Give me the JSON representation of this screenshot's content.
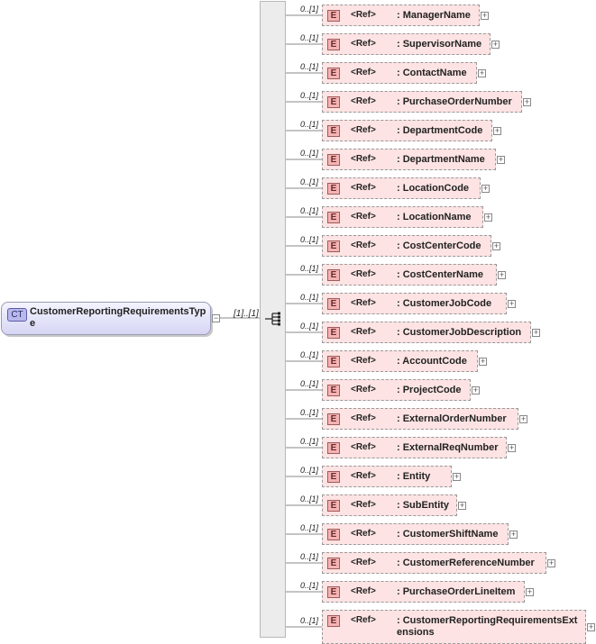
{
  "complex_type": {
    "badge": "CT",
    "name": "CustomerReportingRequirementsType",
    "cardinality": "[1]..[1]",
    "expand_symbol": "−"
  },
  "element_badge": "E",
  "ref_label": "<Ref>",
  "elements": [
    {
      "cardinality": "0..[1]",
      "name": ": ManagerName",
      "expand_symbol": "+"
    },
    {
      "cardinality": "0..[1]",
      "name": ": SupervisorName",
      "expand_symbol": "+"
    },
    {
      "cardinality": "0..[1]",
      "name": ": ContactName",
      "expand_symbol": "+"
    },
    {
      "cardinality": "0..[1]",
      "name": ": PurchaseOrderNumber",
      "expand_symbol": "+"
    },
    {
      "cardinality": "0..[1]",
      "name": ": DepartmentCode",
      "expand_symbol": "+"
    },
    {
      "cardinality": "0..[1]",
      "name": ": DepartmentName",
      "expand_symbol": "+"
    },
    {
      "cardinality": "0..[1]",
      "name": ": LocationCode",
      "expand_symbol": "+"
    },
    {
      "cardinality": "0..[1]",
      "name": ": LocationName",
      "expand_symbol": "+"
    },
    {
      "cardinality": "0..[1]",
      "name": ": CostCenterCode",
      "expand_symbol": "+"
    },
    {
      "cardinality": "0..[1]",
      "name": ": CostCenterName",
      "expand_symbol": "+"
    },
    {
      "cardinality": "0..[1]",
      "name": ": CustomerJobCode",
      "expand_symbol": "+"
    },
    {
      "cardinality": "0..[1]",
      "name": ": CustomerJobDescription",
      "expand_symbol": "+"
    },
    {
      "cardinality": "0..[1]",
      "name": ": AccountCode",
      "expand_symbol": "+"
    },
    {
      "cardinality": "0..[1]",
      "name": ": ProjectCode",
      "expand_symbol": "+"
    },
    {
      "cardinality": "0..[1]",
      "name": ": ExternalOrderNumber",
      "expand_symbol": "+"
    },
    {
      "cardinality": "0..[1]",
      "name": ": ExternalReqNumber",
      "expand_symbol": "+"
    },
    {
      "cardinality": "0..[1]",
      "name": ": Entity",
      "expand_symbol": "+"
    },
    {
      "cardinality": "0..[1]",
      "name": ": SubEntity",
      "expand_symbol": "+"
    },
    {
      "cardinality": "0..[1]",
      "name": ": CustomerShiftName",
      "expand_symbol": "+"
    },
    {
      "cardinality": "0..[1]",
      "name": ": CustomerReferenceNumber",
      "expand_symbol": "+"
    },
    {
      "cardinality": "0..[1]",
      "name": ": PurchaseOrderLineItem",
      "expand_symbol": "+"
    },
    {
      "cardinality": "0..[1]",
      "name": ": CustomerReportingRequirementsExtensions",
      "expand_symbol": "+"
    }
  ]
}
